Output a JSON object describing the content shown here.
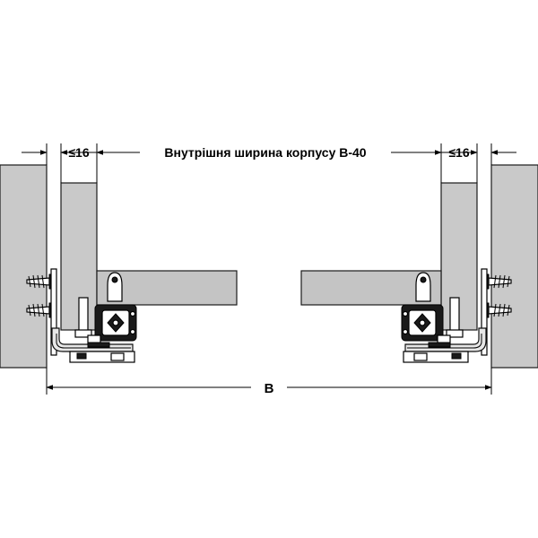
{
  "dimensions": {
    "left_gap": "≤16",
    "right_gap": "≤16",
    "inner_width": "Внутрішня ширина корпусу B-40",
    "overall": "B"
  },
  "colors": {
    "panel": "#c9c9c9",
    "board": "#c4c4c4",
    "line": "#000000"
  }
}
